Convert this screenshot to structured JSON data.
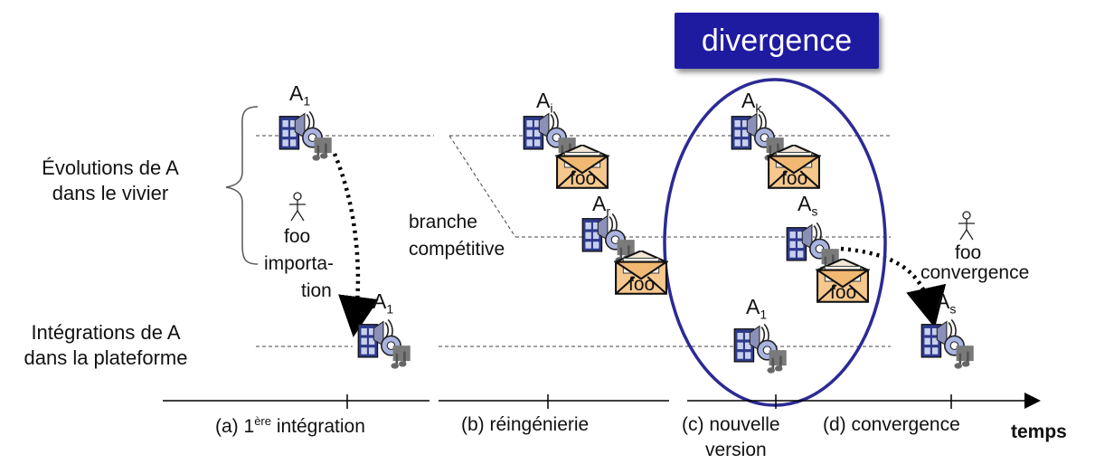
{
  "title": "divergence",
  "rows": {
    "pool": "Évolutions de A\ndans le vivier",
    "platform": "Intégrations de A\ndans la plateforme"
  },
  "artifacts": {
    "a1_top": {
      "base": "A",
      "sub": "1"
    },
    "a1_import": {
      "base": "A",
      "sub": "1"
    },
    "ai": {
      "base": "A",
      "sub": "i"
    },
    "ar": {
      "base": "A",
      "sub": "r"
    },
    "ak": {
      "base": "A",
      "sub": "k"
    },
    "as_mid": {
      "base": "A",
      "sub": "s"
    },
    "a1_new": {
      "base": "A",
      "sub": "1"
    },
    "as_conv": {
      "base": "A",
      "sub": "s"
    }
  },
  "labels": {
    "foo_left": "foo",
    "importation_line1": "importa-",
    "importation_line2": "tion",
    "branch_line1": "branche",
    "branch_line2": "compétitive",
    "foo_right": "foo",
    "convergence_arrow": "convergence",
    "envelope_text": "foo"
  },
  "axis": {
    "phase_a_prefix": "(a) 1",
    "phase_a_sup": "ère",
    "phase_a_suffix": " intégration",
    "phase_b": "(b) réingénierie",
    "phase_c_line1": "(c) nouvelle",
    "phase_c_line2": "version",
    "phase_d": "(d) convergence",
    "time": "temps"
  },
  "colors": {
    "title_bg": "#1f1ba0",
    "ellipse": "#2b2a95",
    "envelope": "#f7c88d"
  },
  "icons": [
    "artifact-icon",
    "envelope-icon",
    "actor-icon"
  ]
}
